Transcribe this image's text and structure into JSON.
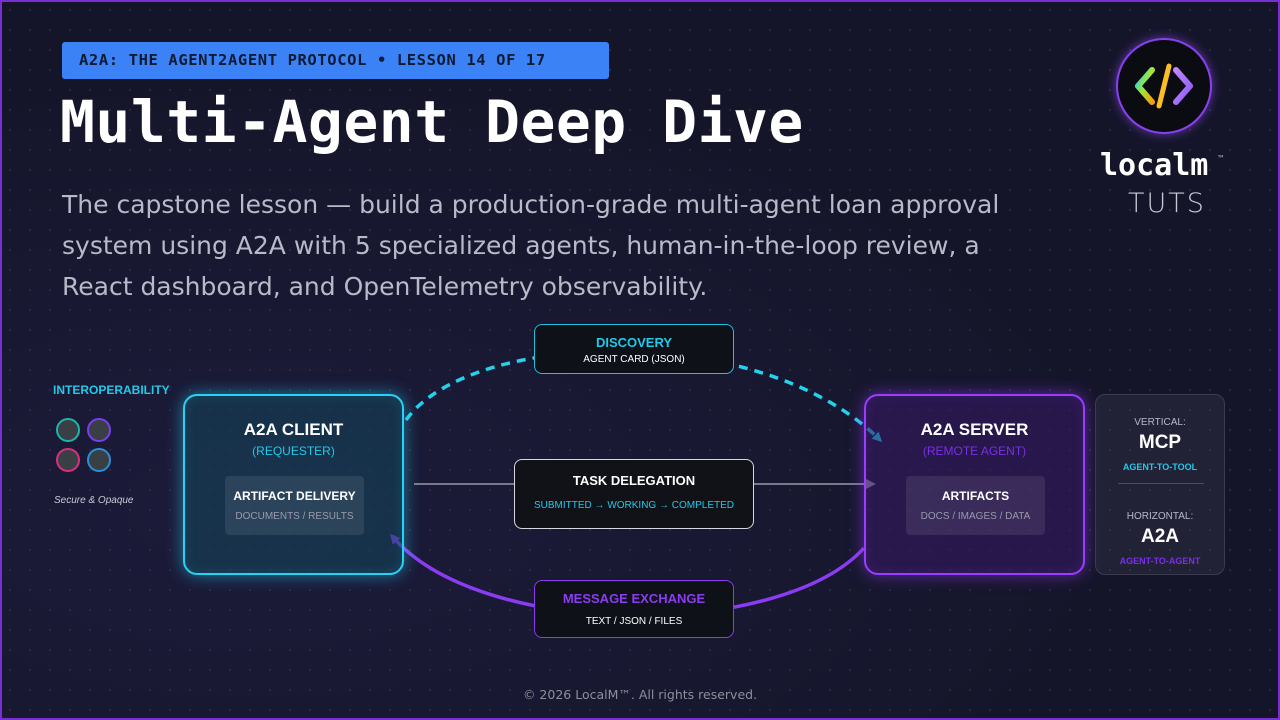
{
  "header": {
    "badge": "A2A: THE AGENT2AGENT PROTOCOL • LESSON 14 OF 17",
    "title": "Multi-Agent Deep Dive",
    "subtitle": "The capstone lesson — build a production-grade multi-agent loan approval system using A2A with 5 specialized agents, human-in-the-loop review, a React dashboard, and OpenTelemetry observability."
  },
  "logo": {
    "icon": "code-brackets-icon",
    "wordmark": "localm",
    "trademark": "™",
    "sub": "TUTS"
  },
  "diagram": {
    "interop": {
      "label": "INTEROPERABILITY",
      "note": "Secure & Opaque",
      "dot_border_colors": [
        "#1fb5a8",
        "#7a3df0",
        "#d9317a",
        "#2b8fd6"
      ]
    },
    "client": {
      "title": "A2A CLIENT",
      "role": "(REQUESTER)",
      "inner_title": "ARTIFACT DELIVERY",
      "inner_sub": "DOCUMENTS / RESULTS",
      "color": "#27d3f5"
    },
    "server": {
      "title": "A2A SERVER",
      "role": "(REMOTE AGENT)",
      "inner_title": "ARTIFACTS",
      "inner_sub": "DOCS / IMAGES / DATA",
      "color": "#9b3cff"
    },
    "discovery": {
      "title": "DISCOVERY",
      "sub": "AGENT CARD (JSON)"
    },
    "task": {
      "title": "TASK DELEGATION",
      "sub": "SUBMITTED → WORKING → COMPLETED"
    },
    "message": {
      "title": "MESSAGE EXCHANGE",
      "sub": "TEXT / JSON / FILES"
    },
    "side": {
      "vertical_caption": "VERTICAL:",
      "vertical_value": "MCP",
      "vertical_desc": "AGENT-TO-TOOL",
      "horizontal_caption": "HORIZONTAL:",
      "horizontal_value": "A2A",
      "horizontal_desc": "AGENT-TO-AGENT"
    }
  },
  "footer": {
    "copyright": "© 2026 LocalM™. All rights reserved."
  }
}
